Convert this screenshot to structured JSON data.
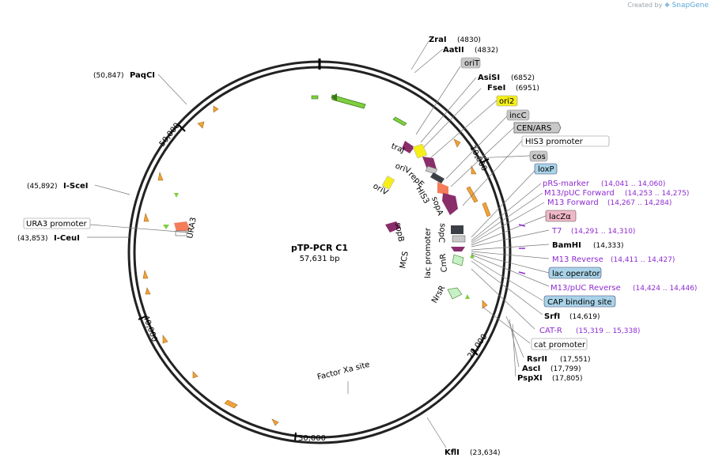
{
  "credit": {
    "created_by": "Created by",
    "brand": "SnapGene"
  },
  "plasmid": {
    "name": "pTP-PCR C1",
    "length": "57,631 bp"
  },
  "ticks": [
    "10,000",
    "20,000",
    "30,000",
    "40,000",
    "50,000"
  ],
  "sites": {
    "zrai": {
      "name": "ZraI",
      "pos": "(4830)"
    },
    "aatii": {
      "name": "AatII",
      "pos": "(4832)"
    },
    "orit": {
      "name": "oriT"
    },
    "asisi": {
      "name": "AsiSI",
      "pos": "(6852)"
    },
    "fsei": {
      "name": "FseI",
      "pos": "(6951)"
    },
    "ori2": {
      "name": "ori2"
    },
    "incc": {
      "name": "incC"
    },
    "cenars": {
      "name": "CEN/ARS"
    },
    "his3prom": {
      "name": "HIS3 promoter"
    },
    "cos": {
      "name": "cos"
    },
    "loxp": {
      "name": "loxP"
    },
    "prsmarker": {
      "name": "pRS-marker",
      "pos": "(14,041 .. 14,060)"
    },
    "m13pucfwd": {
      "name": "M13/pUC Forward",
      "pos": "(14,253 .. 14,275)"
    },
    "m13fwd": {
      "name": "M13 Forward",
      "pos": "(14,267 .. 14,284)"
    },
    "lacza": {
      "name": "lacZα"
    },
    "t7": {
      "name": "T7",
      "pos": "(14,291 .. 14,310)"
    },
    "bamhi": {
      "name": "BamHI",
      "pos": "(14,333)"
    },
    "m13rev": {
      "name": "M13 Reverse",
      "pos": "(14,411 .. 14,427)"
    },
    "lacop": {
      "name": "lac operator"
    },
    "m13pucrev": {
      "name": "M13/pUC Reverse",
      "pos": "(14,424 .. 14,446)"
    },
    "cap": {
      "name": "CAP binding site"
    },
    "srfi": {
      "name": "SrfI",
      "pos": "(14,619)"
    },
    "catr": {
      "name": "CAT-R",
      "pos": "(15,319 .. 15,338)"
    },
    "catprom": {
      "name": "cat promoter"
    },
    "rsrii": {
      "name": "RsrII",
      "pos": "(17,551)"
    },
    "asci": {
      "name": "AscI",
      "pos": "(17,799)"
    },
    "pspxi": {
      "name": "PspXI",
      "pos": "(17,805)"
    },
    "kfli": {
      "name": "KflI",
      "pos": "(23,634)"
    },
    "factorxa": {
      "name": "Factor Xa site"
    },
    "icеui": {
      "name": "I-CeuI",
      "pos": "(43,853)"
    },
    "ceui": {
      "name": "I-CeuI",
      "pos": "(43,853)"
    },
    "ura3prom": {
      "name": "URA3 promoter"
    },
    "scei": {
      "name": "I-SceI",
      "pos": "(45,892)"
    },
    "paqci": {
      "name": "PaqCI",
      "pos": "(50,847)"
    }
  },
  "features": {
    "traj": "traJ",
    "oriv1": "oriV",
    "oriv2": "oriV",
    "repe": "repE",
    "his3": "HIS3",
    "sopa": "sopA",
    "sopb": "sopB",
    "sopc": "sopC",
    "lacprom": "lac promoter",
    "cmr": "CmR",
    "mcs": "MCS",
    "nrsr": "NrsR",
    "ura3": "URA3"
  },
  "colors": {
    "primer": "#8e2bd0",
    "orange": "#f2a23a",
    "green": "#7fcf3f",
    "purple": "#8a2d6b",
    "yellow": "#f5ee19",
    "salmon": "#f47d5a",
    "loxp_fill": "#a9d3e8",
    "lacz_fill": "#f0b8c8",
    "gray_fill": "#c8c8c8",
    "ori2_fill": "#f5ee19"
  }
}
